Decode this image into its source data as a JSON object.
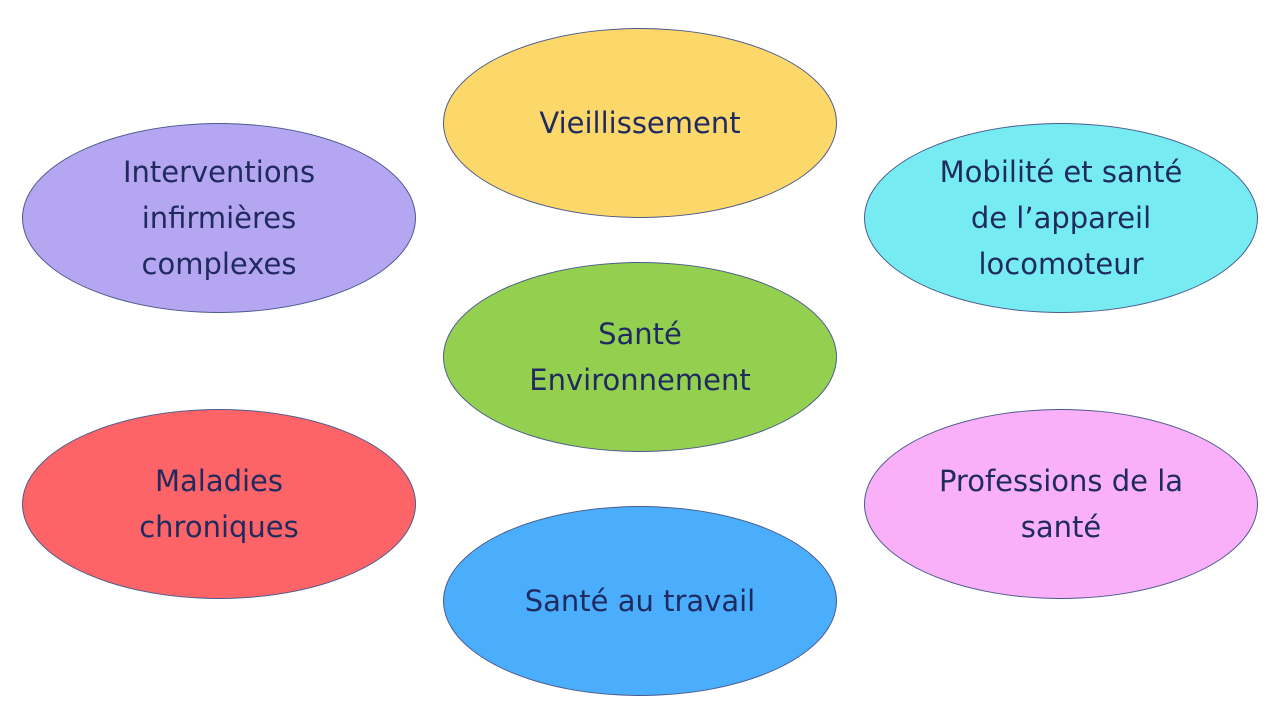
{
  "bubbles": {
    "vieillissement": {
      "label": "Vieillissement",
      "color": "#fcd76a"
    },
    "interventions": {
      "label": "Interventions\ninfirmières\ncomplexes",
      "color": "#b5a6f2"
    },
    "mobilite": {
      "label": "Mobilité et santé\nde l’appareil\nlocomoteur",
      "color": "#76ecf2"
    },
    "sante_environnement": {
      "label": "Santé\nEnvironnement",
      "color": "#94d050"
    },
    "maladies": {
      "label": "Maladies\nchroniques",
      "color": "#fc6468"
    },
    "professions": {
      "label": "Professions  de la\nsanté",
      "color": "#f9b0f8"
    },
    "travail": {
      "label": "Santé au travail",
      "color": "#4aaefc"
    }
  }
}
